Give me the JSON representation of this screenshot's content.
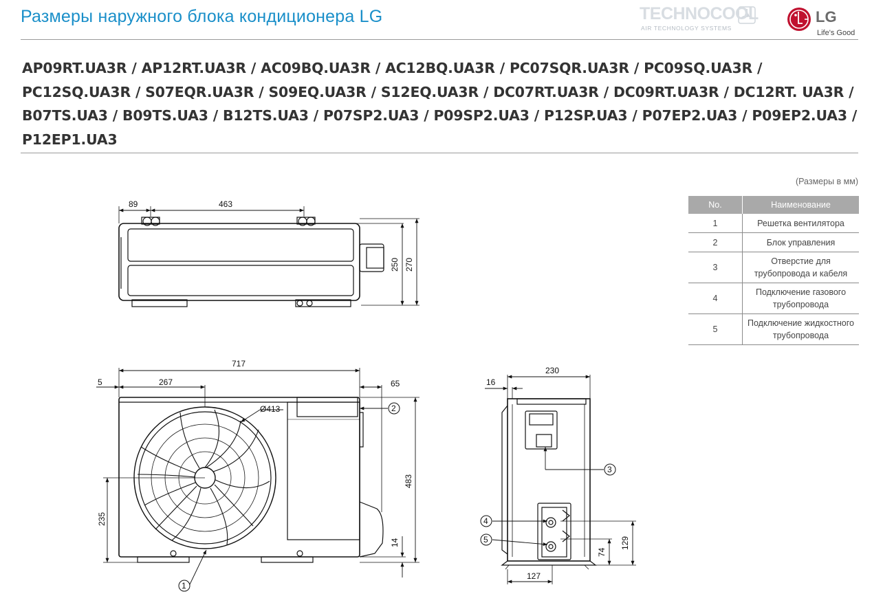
{
  "header": {
    "title": "Размеры наружного блока кондиционера LG",
    "brand_name": "TECHNOCOOL",
    "brand_tagline": "AIR TECHNOLOGY SYSTEMS",
    "lg_name": "LG",
    "lg_slogan": "Life's Good"
  },
  "models_text": "AP09RT.UA3R / AP12RT.UA3R / AC09BQ.UA3R / AC12BQ.UA3R / PC07SQR.UA3R / PC09SQ.UA3R / PC12SQ.UA3R / S07EQR.UA3R / S09EQ.UA3R / S12EQ.UA3R / DC07RT.UA3R / DC09RT.UA3R / DC12RT. UA3R / B07TS.UA3 / B09TS.UA3 / B12TS.UA3 / P07SP2.UA3 / P09SP2.UA3 / P12SP.UA3 / P07EP2.UA3 / P09EP2.UA3 / P12EP1.UA3",
  "units_note": "(Размеры в мм)",
  "parts_table": {
    "headers": [
      "No.",
      "Наименование"
    ],
    "rows": [
      {
        "no": "1",
        "name": "Решетка вентилятора"
      },
      {
        "no": "2",
        "name": "Блок управления"
      },
      {
        "no": "3",
        "name": "Отверстие для трубопровода и кабеля"
      },
      {
        "no": "4",
        "name": "Подключение газового трубопровода"
      },
      {
        "no": "5",
        "name": "Подключение жидкостного трубопровода"
      }
    ]
  },
  "dimensions": {
    "top_view": {
      "left_offset": "89",
      "mount_spacing": "463",
      "depth_inner": "250",
      "depth_outer": "270"
    },
    "front_view": {
      "width": "717",
      "left_margin": "5",
      "fan_center_x": "267",
      "right_offset": "65",
      "fan_diameter": "Ø413",
      "height": "483",
      "fan_center_y": "235",
      "foot_height": "14"
    },
    "side_view": {
      "depth": "230",
      "offset": "16",
      "foot_spacing": "127",
      "liquid_height": "74",
      "gas_height": "129"
    }
  },
  "callouts": [
    "1",
    "2",
    "3",
    "4",
    "5"
  ]
}
